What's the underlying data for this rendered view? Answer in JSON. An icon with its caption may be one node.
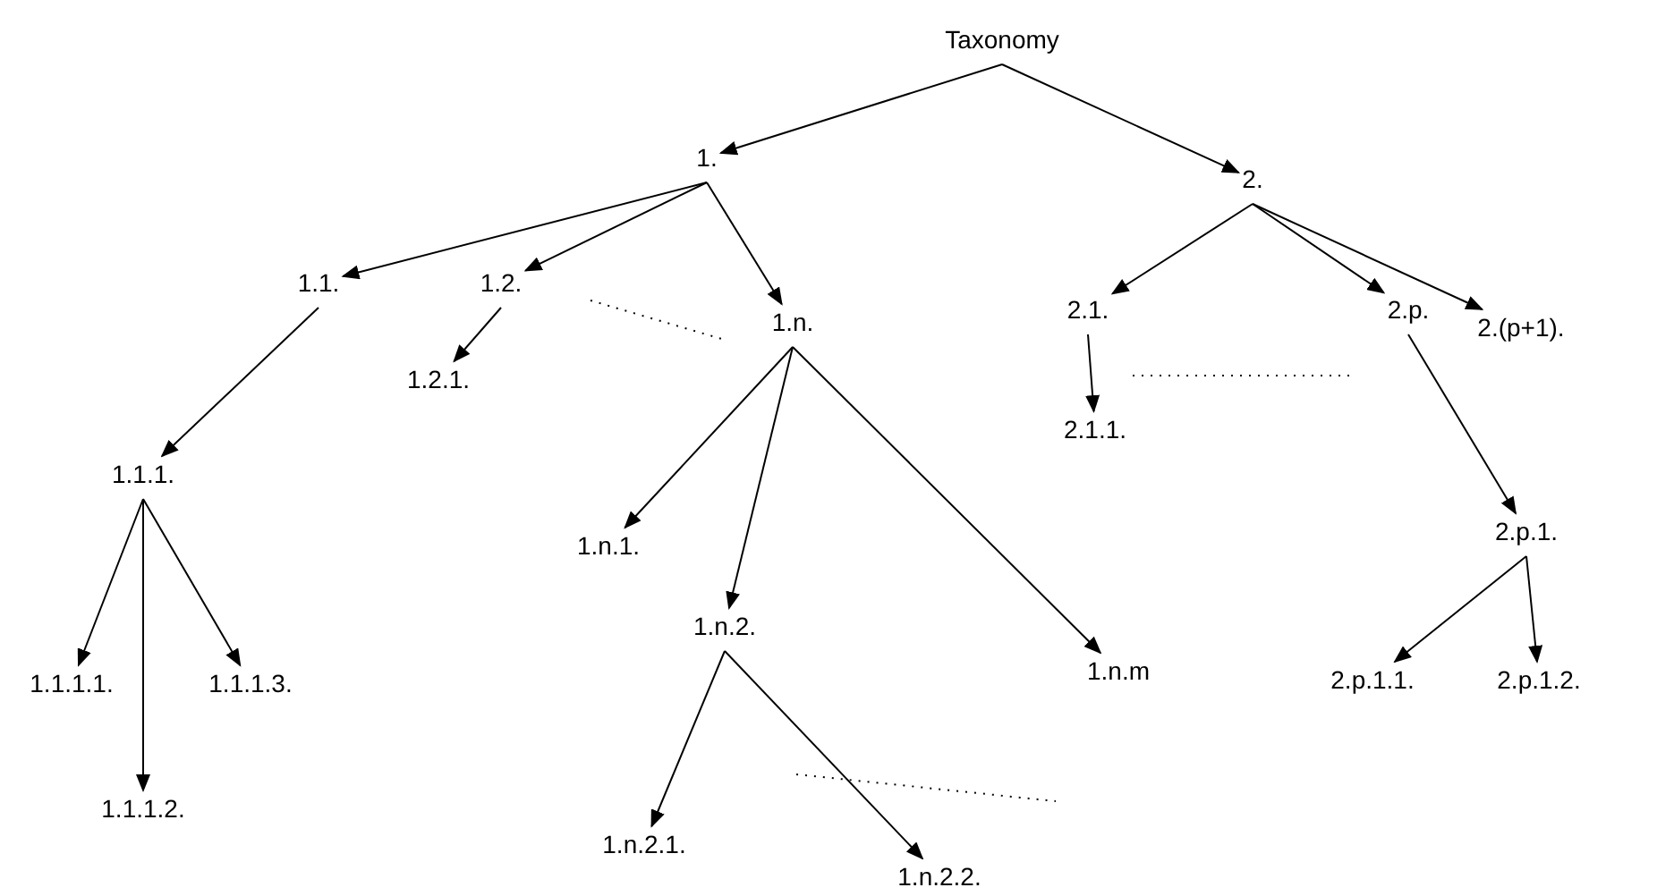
{
  "diagram": {
    "nodes": [
      {
        "text": [
          "Taxonomy"
        ]
      },
      {
        "text": [
          "1."
        ]
      },
      {
        "text": [
          "2."
        ]
      },
      {
        "text": [
          "1.1."
        ]
      },
      {
        "text": [
          "1.2."
        ]
      },
      {
        "text": [
          "1.n."
        ]
      },
      {
        "text": [
          "2.1."
        ]
      },
      {
        "text": [
          "2.p."
        ]
      },
      {
        "text": [
          "2.(p+1)."
        ]
      },
      {
        "text": [
          "1.2.1."
        ]
      },
      {
        "text": [
          "1.1.1."
        ]
      },
      {
        "text": [
          "2.1.1."
        ]
      },
      {
        "text": [
          "2.p.1."
        ]
      },
      {
        "text": [
          "1.n.1."
        ]
      },
      {
        "text": [
          "1.n.2."
        ]
      },
      {
        "text": [
          "1.n.m"
        ]
      },
      {
        "text": [
          "1.1.1.1."
        ]
      },
      {
        "text": [
          "1.1.1.2."
        ]
      },
      {
        "text": [
          "1.1.1.3."
        ]
      },
      {
        "text": [
          "2.p.1.1."
        ]
      },
      {
        "text": [
          "2.p.1.2."
        ]
      },
      {
        "text": [
          "1.n.2.1."
        ]
      },
      {
        "text": [
          "1.n.2.2."
        ]
      }
    ],
    "edges": [
      {
        "from": 0,
        "to": 1,
        "arrow": "to"
      },
      {
        "from": 0,
        "to": 2,
        "arrow": "to"
      },
      {
        "from": 1,
        "to": 3,
        "arrow": "to"
      },
      {
        "from": 1,
        "to": 4,
        "arrow": "to"
      },
      {
        "from": 1,
        "to": 5,
        "arrow": "to"
      },
      {
        "from": 2,
        "to": 6,
        "arrow": "to"
      },
      {
        "from": 2,
        "to": 7,
        "arrow": "to"
      },
      {
        "from": 2,
        "to": 8,
        "arrow": "to"
      },
      {
        "from": 3,
        "to": 10,
        "arrow": "to"
      },
      {
        "from": 4,
        "to": 9,
        "arrow": "to"
      },
      {
        "from": 5,
        "to": 13,
        "arrow": "to"
      },
      {
        "from": 5,
        "to": 14,
        "arrow": "to"
      },
      {
        "from": 5,
        "to": 15,
        "arrow": "to"
      },
      {
        "from": 6,
        "to": 11,
        "arrow": "to"
      },
      {
        "from": 7,
        "to": 12,
        "arrow": "to"
      },
      {
        "from": 10,
        "to": 16,
        "arrow": "to"
      },
      {
        "from": 10,
        "to": 17,
        "arrow": "to"
      },
      {
        "from": 10,
        "to": 18,
        "arrow": "to"
      },
      {
        "from": 12,
        "to": 19,
        "arrow": "to"
      },
      {
        "from": 12,
        "to": 20,
        "arrow": "to"
      },
      {
        "from": 14,
        "to": 21,
        "arrow": "to"
      },
      {
        "from": 14,
        "to": 22,
        "arrow": "to"
      }
    ]
  }
}
